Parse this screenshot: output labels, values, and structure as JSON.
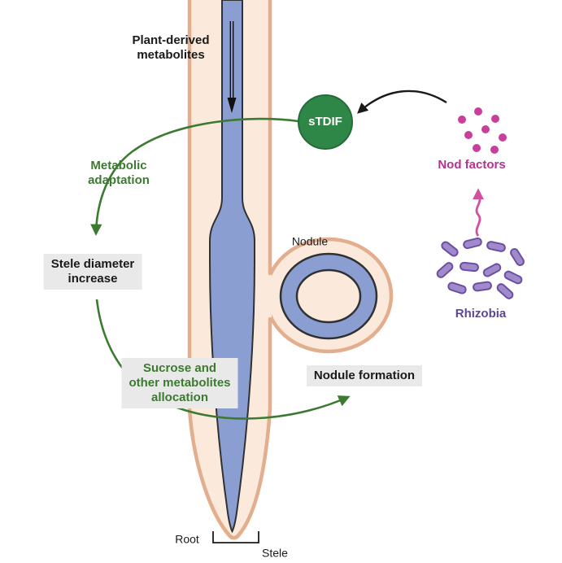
{
  "figure": {
    "background": "#ffffff"
  },
  "labels": {
    "plant_derived_metabolites": "Plant-derived\nmetabolites",
    "stdif": "sTDIF",
    "nod_factors": "Nod factors",
    "rhizobia": "Rhizobia",
    "nodule": "Nodule",
    "metabolic_adaptation": "Metabolic\nadaptation",
    "stele_diameter_increase": "Stele diameter\nincrease",
    "sucrose_allocation": "Sucrose and\nother metabolites\nallocation",
    "nodule_formation": "Nodule formation",
    "root": "Root",
    "stele": "Stele"
  },
  "colors": {
    "green_text_and_arrows": "#3c7a31",
    "stdif_circle_green": "#2f8747",
    "nod_factor_magenta": "#c93f9c",
    "nod_factor_text": "#b5338f",
    "rhizobia_text_purple": "#5a4795",
    "rhizobia_cell_fill": "#a08ac9",
    "rhizobia_cell_outline": "#6b4fa3",
    "stele_blue": "#8b9ed2",
    "root_fill": "#fbeadb",
    "root_border": "#e2ae8e",
    "label_background": "#e9e9e9",
    "dark_outline": "#2f3133"
  },
  "icons": {
    "metabolite_flow": "double-line-down-arrow",
    "stdif_induction": "curved-black-arrow",
    "nod_factor_signal": "wavy-up-arrow",
    "metabolic_cycle": "curved-green-arrow",
    "allocation_cycle": "curved-green-arrow"
  }
}
